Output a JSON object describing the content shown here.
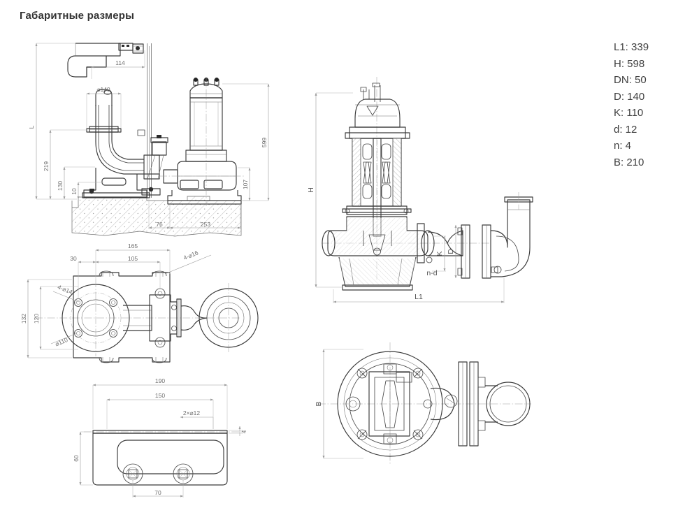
{
  "page": {
    "title": "Габаритные размеры"
  },
  "specs": [
    {
      "label": "L1",
      "value": "339",
      "text": "L1: 339"
    },
    {
      "label": "H",
      "value": "598",
      "text": "H: 598"
    },
    {
      "label": "DN",
      "value": "50",
      "text": "DN: 50"
    },
    {
      "label": "D",
      "value": "140",
      "text": "D: 140"
    },
    {
      "label": "K",
      "value": "110",
      "text": "K: 110"
    },
    {
      "label": "d",
      "value": "12",
      "text": "d: 12"
    },
    {
      "label": "n",
      "value": "4",
      "text": "n: 4"
    },
    {
      "label": "B",
      "value": "210",
      "text": "B: 210"
    }
  ],
  "drawing": {
    "views": {
      "install_elevation": {
        "name": "Installation elevation with auto-coupling and concrete base",
        "dims": {
          "L": "L",
          "d114": "114",
          "d140": "⌀140",
          "d219": "219",
          "d130": "130",
          "d10": "10",
          "d107": "107",
          "d599": "599",
          "d76": "76",
          "d253": "253"
        }
      },
      "coupling_plan": {
        "name": "Auto-coupling base plan view",
        "dims": {
          "d165": "165",
          "d30": "30",
          "d105": "105",
          "h16": "4-⌀16",
          "h14": "4-⌀14",
          "d110": "⌀110",
          "d132": "132",
          "d120": "120"
        }
      },
      "bracket_front": {
        "name": "Upper guide bracket front view",
        "dims": {
          "d190": "190",
          "d150": "150",
          "h12": "2×⌀12",
          "d60": "60",
          "d70": "70",
          "d4": "4"
        }
      },
      "pump_section": {
        "name": "Pump cross-section with discharge elbow",
        "dims": {
          "H": "H",
          "L1": "L1",
          "K": "K",
          "D": "D",
          "nd": "n-d"
        }
      },
      "pump_bottom": {
        "name": "Pump bottom view",
        "dims": {
          "B": "B"
        }
      }
    }
  },
  "colors": {
    "background": "#ffffff",
    "title": "#333333",
    "spec_text": "#3f3f3f",
    "outline": "#3a3a3a",
    "dimension": "#9a9a9a",
    "dimension_text": "#6e6e6e"
  }
}
